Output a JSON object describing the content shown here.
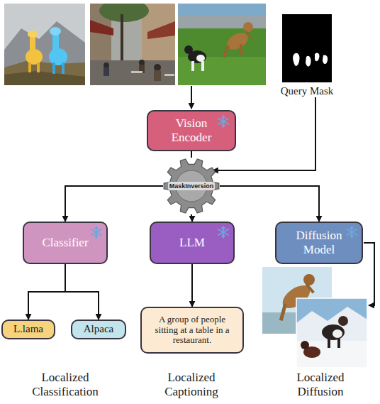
{
  "diagram": {
    "nodes": [
      {
        "text": [
          "Query Mask"
        ]
      },
      {
        "text": [
          "Vision Encoder"
        ]
      },
      {
        "text": [
          "MaskInversion"
        ]
      },
      {
        "text": [
          "Classifier"
        ]
      },
      {
        "text": [
          "LLM"
        ]
      },
      {
        "text": [
          "Diffusion Model"
        ]
      },
      {
        "text": [
          "L.lama"
        ]
      },
      {
        "text": [
          "Alpaca"
        ]
      },
      {
        "text": [
          "A group of people sitting at a table in a restaurant."
        ]
      }
    ],
    "edges": [
      {
        "from": 0,
        "to": 2,
        "arrow": "to"
      },
      {
        "from": 1,
        "to": 2,
        "arrow": "none"
      },
      {
        "from": 2,
        "to": 3,
        "arrow": "to"
      },
      {
        "from": 2,
        "to": 4,
        "arrow": "to"
      },
      {
        "from": 2,
        "to": 5,
        "arrow": "to"
      },
      {
        "from": 3,
        "to": 6,
        "arrow": "to"
      },
      {
        "from": 3,
        "to": 7,
        "arrow": "to"
      },
      {
        "from": 4,
        "to": 8,
        "arrow": "to"
      }
    ],
    "labels": [
      "Localized Classification",
      "Localized Captioning",
      "Localized Diffusion"
    ]
  }
}
